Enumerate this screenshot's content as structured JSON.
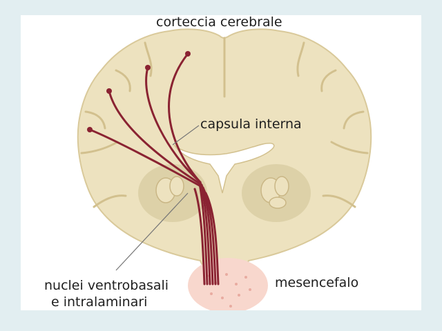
{
  "labels": {
    "cortex": "corteccia cerebrale",
    "internal_capsule": "capsula interna",
    "nuclei_line1": "nuclei ventrobasali",
    "nuclei_line2": "e intralaminari",
    "midbrain": "mesencefalo"
  },
  "colors": {
    "background": "#e2eef1",
    "panel": "#ffffff",
    "brain_tissue": "#ede2bf",
    "brain_outline": "#d9c99a",
    "deep_grey": "#ddd1a8",
    "ventricle": "#ffffff",
    "midbrain": "#f8d7cd",
    "pathway": "#8a2332",
    "leader_line": "#777777"
  }
}
